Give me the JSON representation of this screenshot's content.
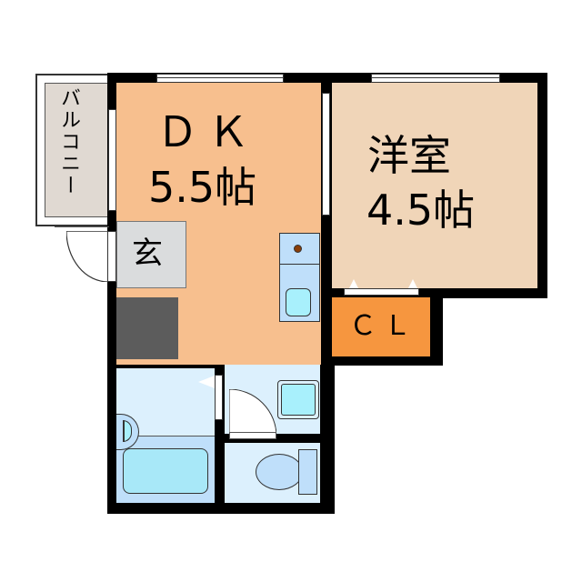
{
  "floorplan": {
    "rooms": {
      "dk": {
        "name": "ＤＫ",
        "size": "5.5帖",
        "color": "#f7bf8e"
      },
      "western": {
        "name": "洋室",
        "size": "4.5帖",
        "color": "#f0d5b8"
      },
      "balcony": {
        "name": "バルコニー",
        "color": "#e0d9d2"
      },
      "genkan": {
        "name": "玄",
        "color": "#dadcdd"
      },
      "closet": {
        "name": "ＣＬ",
        "color": "#f6963f"
      },
      "storage": {
        "color": "#5c5c5c"
      },
      "bath": {
        "color": "#dcf0fd"
      },
      "washroom": {
        "color": "#dcf0fd"
      },
      "toilet": {
        "color": "#dcf0fd"
      }
    },
    "fixtures": {
      "kitchen_counter": "#bfdffa",
      "sink": "#a8f0fc",
      "stove_knob": "#8a3e08",
      "bathtub": "#a8e8f8",
      "wash_basin": "#a8f0fc",
      "toilet_bowl": "#bfdffa"
    }
  }
}
